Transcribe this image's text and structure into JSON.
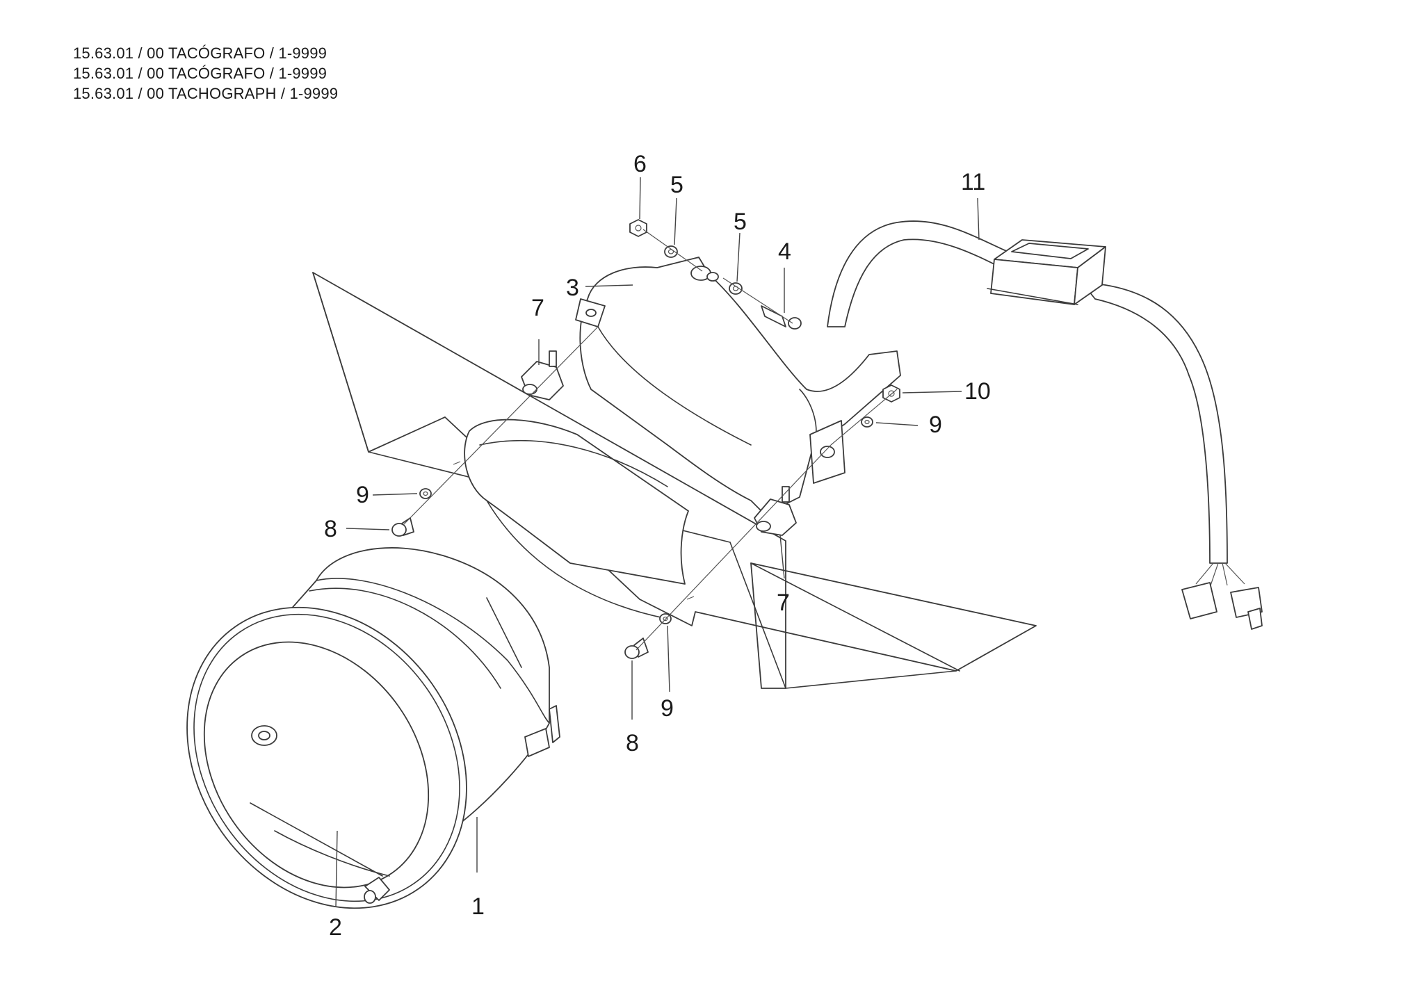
{
  "header": {
    "lines": [
      "15.63.01 / 00 TACÓGRAFO / 1-9999",
      "15.63.01 / 00 TACÓGRAFO / 1-9999",
      "15.63.01 / 00 TACHOGRAPH / 1-9999"
    ]
  },
  "callouts": {
    "c1": "1",
    "c2": "2",
    "c3": "3",
    "c4": "4",
    "c5a": "5",
    "c5b": "5",
    "c6": "6",
    "c7a": "7",
    "c7b": "7",
    "c8a": "8",
    "c8b": "8",
    "c9a": "9",
    "c9b": "9",
    "c9c": "9",
    "c10": "10",
    "c11": "11"
  },
  "colors": {
    "line": "#3a3a3a",
    "text": "#1a1a1a",
    "background": "#ffffff"
  }
}
